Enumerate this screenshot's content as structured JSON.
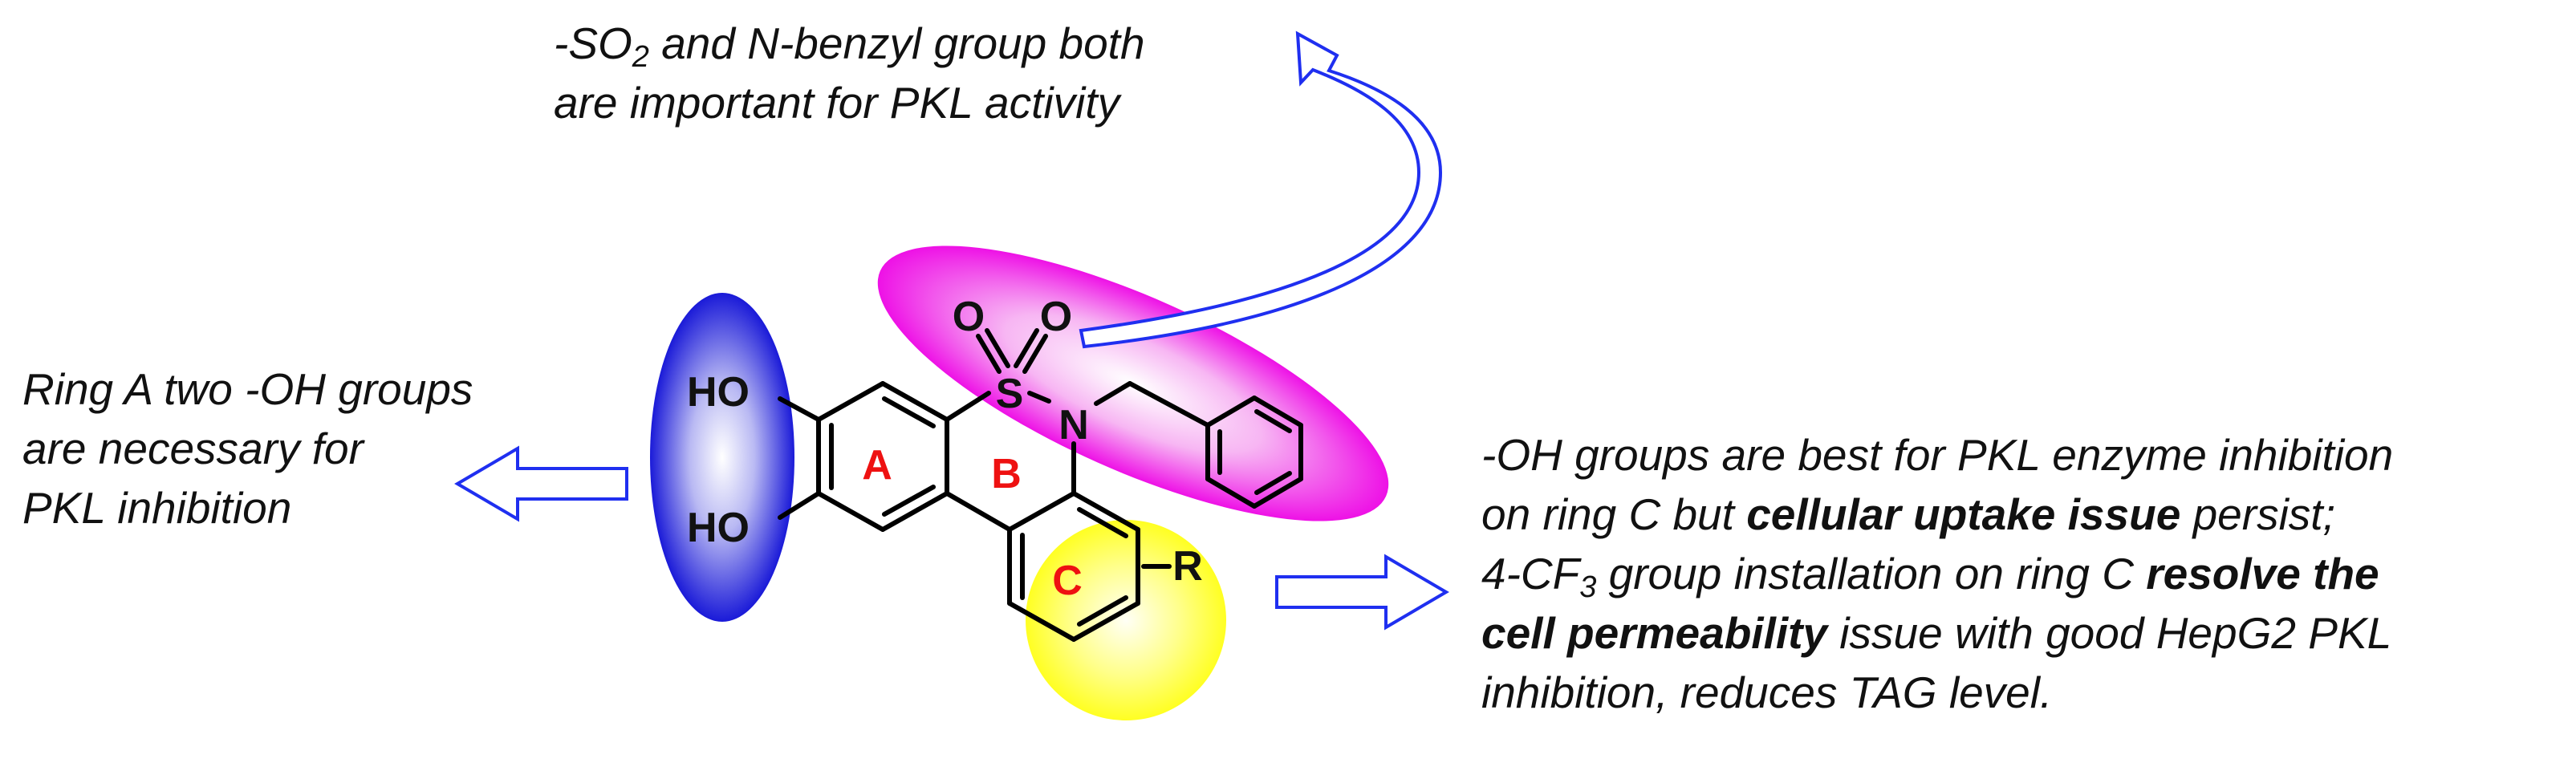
{
  "annotations": {
    "top": {
      "line1_pre": "-SO",
      "line1_sub": "2",
      "line1_post": " and N-benzyl group both",
      "line2": "are important for PKL activity"
    },
    "left": {
      "line1": "Ring A two -OH groups",
      "line2": "are necessary for",
      "line3": "PKL inhibition"
    },
    "right": {
      "line1": "-OH groups are best for PKL enzyme inhibition",
      "line2_pre": "on ring C but ",
      "line2_bold": "cellular uptake issue",
      "line2_post": " persist;",
      "line3_pre": "4-CF",
      "line3_sub": "3",
      "line3_mid": " group installation on ring C ",
      "line3_bold": "resolve the",
      "line4_bold": "cell permeability",
      "line4_post": " issue with good HepG2 PKL",
      "line5": "inhibition, reduces TAG level."
    }
  },
  "structure": {
    "atoms": {
      "ho_top": "HO",
      "ho_bottom": "HO",
      "o_left": "O",
      "o_right": "O",
      "s": "S",
      "n": "N",
      "r": "R"
    },
    "ring_labels": {
      "a": "A",
      "b": "B",
      "c": "C"
    }
  },
  "colors": {
    "blue_highlight": "#1a1ad8",
    "magenta_highlight": "#ee11e6",
    "yellow_highlight": "#ffff22",
    "arrow_outline": "#1f2ff0",
    "ring_label": "#ee1111",
    "text": "#111111"
  }
}
